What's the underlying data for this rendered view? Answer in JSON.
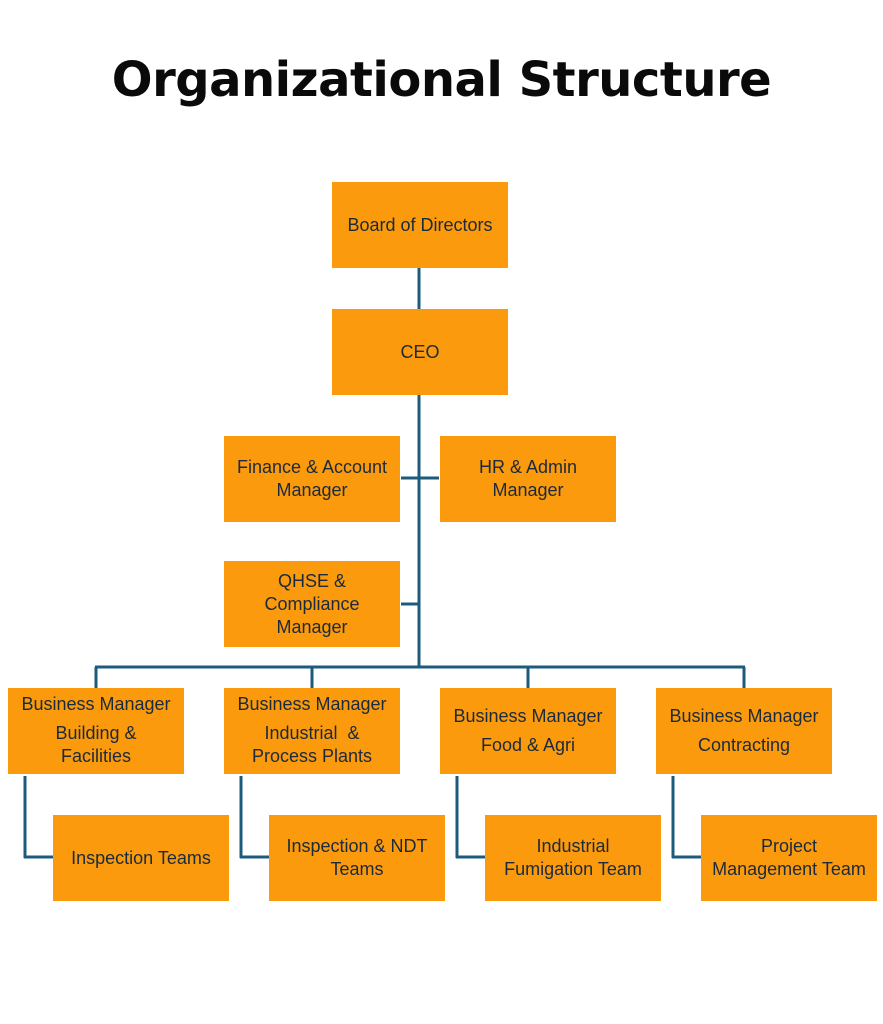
{
  "title": "Organizational Structure",
  "colors": {
    "box": "#fa9a0c",
    "line": "#1d5b7c",
    "text": "#1b2a3c"
  },
  "nodes": {
    "board": "Board of Directors",
    "ceo": "CEO",
    "finance": [
      "Finance & Account",
      "Manager"
    ],
    "hr": [
      "HR & Admin",
      "Manager"
    ],
    "qhse": [
      "QHSE &",
      "Compliance",
      "Manager"
    ],
    "business_managers": [
      {
        "title": "Business Manager",
        "division": [
          "Building &",
          "Facilities"
        ],
        "team": [
          "Inspection Teams"
        ]
      },
      {
        "title": "Business Manager",
        "division": [
          "Industrial  &",
          "Process Plants"
        ],
        "team": [
          "Inspection & NDT",
          "Teams"
        ]
      },
      {
        "title": "Business Manager",
        "division": [
          "Food & Agri"
        ],
        "team": [
          "Industrial",
          "Fumigation Team"
        ]
      },
      {
        "title": "Business Manager",
        "division": [
          "Contracting"
        ],
        "team": [
          "Project",
          "Management Team"
        ]
      }
    ]
  }
}
